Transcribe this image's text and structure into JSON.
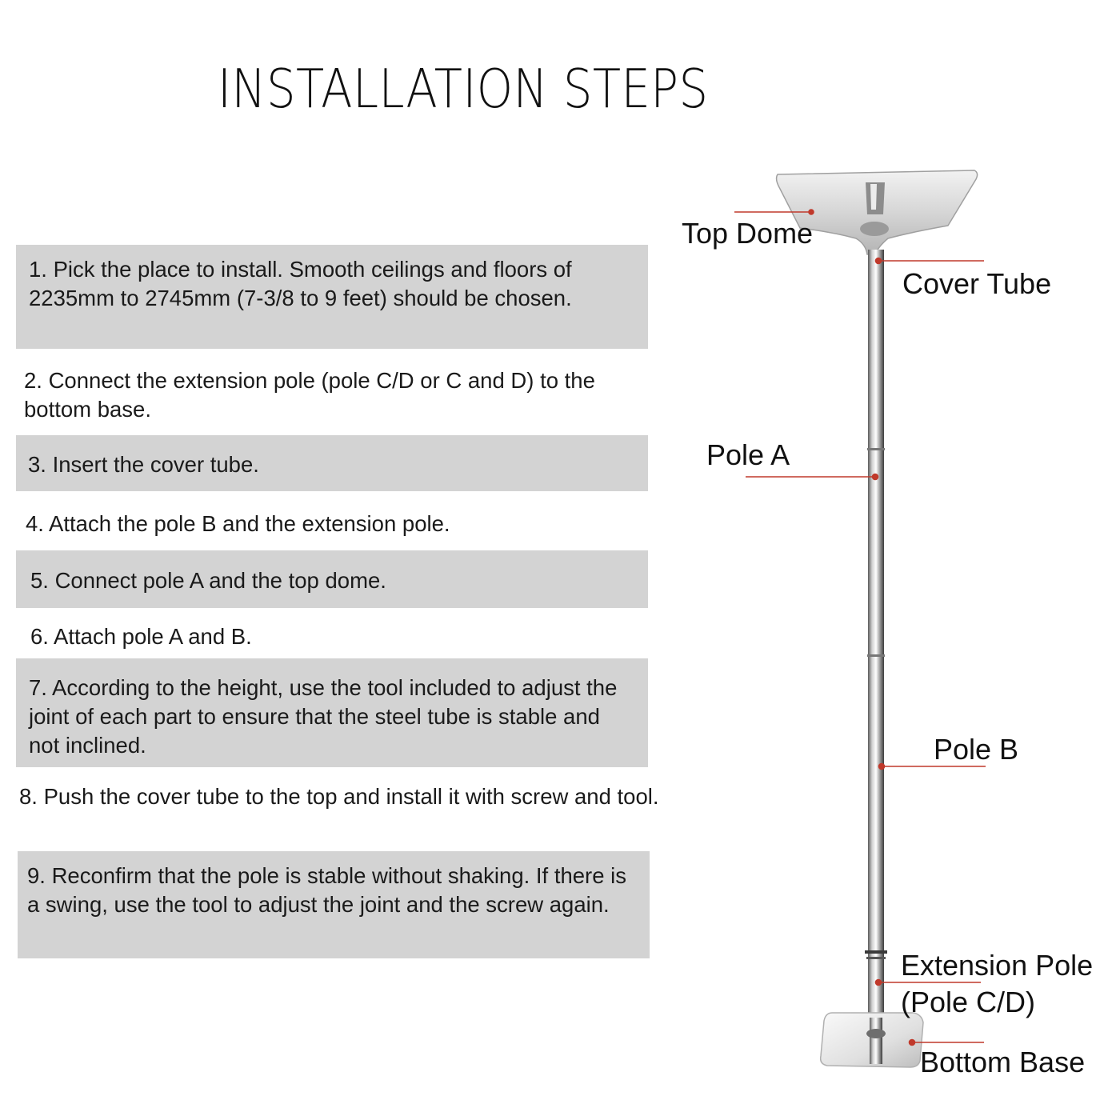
{
  "title": "INSTALLATION STEPS",
  "steps": [
    "1. Pick the place to install. Smooth ceilings and floors of 2235mm to 2745mm (7-3/8 to 9 feet) should be chosen.",
    "2. Connect the extension pole (pole C/D or C and D) to the bottom base.",
    "3. Insert the cover tube.",
    "4. Attach the pole B and the extension pole.",
    "5. Connect pole A and the top dome.",
    "6. Attach pole A and B.",
    "7. According to the height, use the tool included to adjust the joint of each part to ensure that the steel tube is stable and not inclined.",
    "8. Push the cover tube to the top and install it with screw and tool.",
    "9. Reconfirm that the pole is stable without shaking. If there is a swing, use the tool to adjust the joint and the screw again."
  ],
  "diagram_labels": {
    "top_dome": "Top Dome",
    "cover_tube": "Cover Tube",
    "pole_a": "Pole A",
    "pole_b": "Pole B",
    "extension_pole_line1": "Extension Pole",
    "extension_pole_line2": "(Pole C/D)",
    "bottom_base": "Bottom Base"
  },
  "colors": {
    "shaded_step_background": "#d3d3d3",
    "leader_line": "#c0392b",
    "pole_metal": "#b8b8b8"
  }
}
